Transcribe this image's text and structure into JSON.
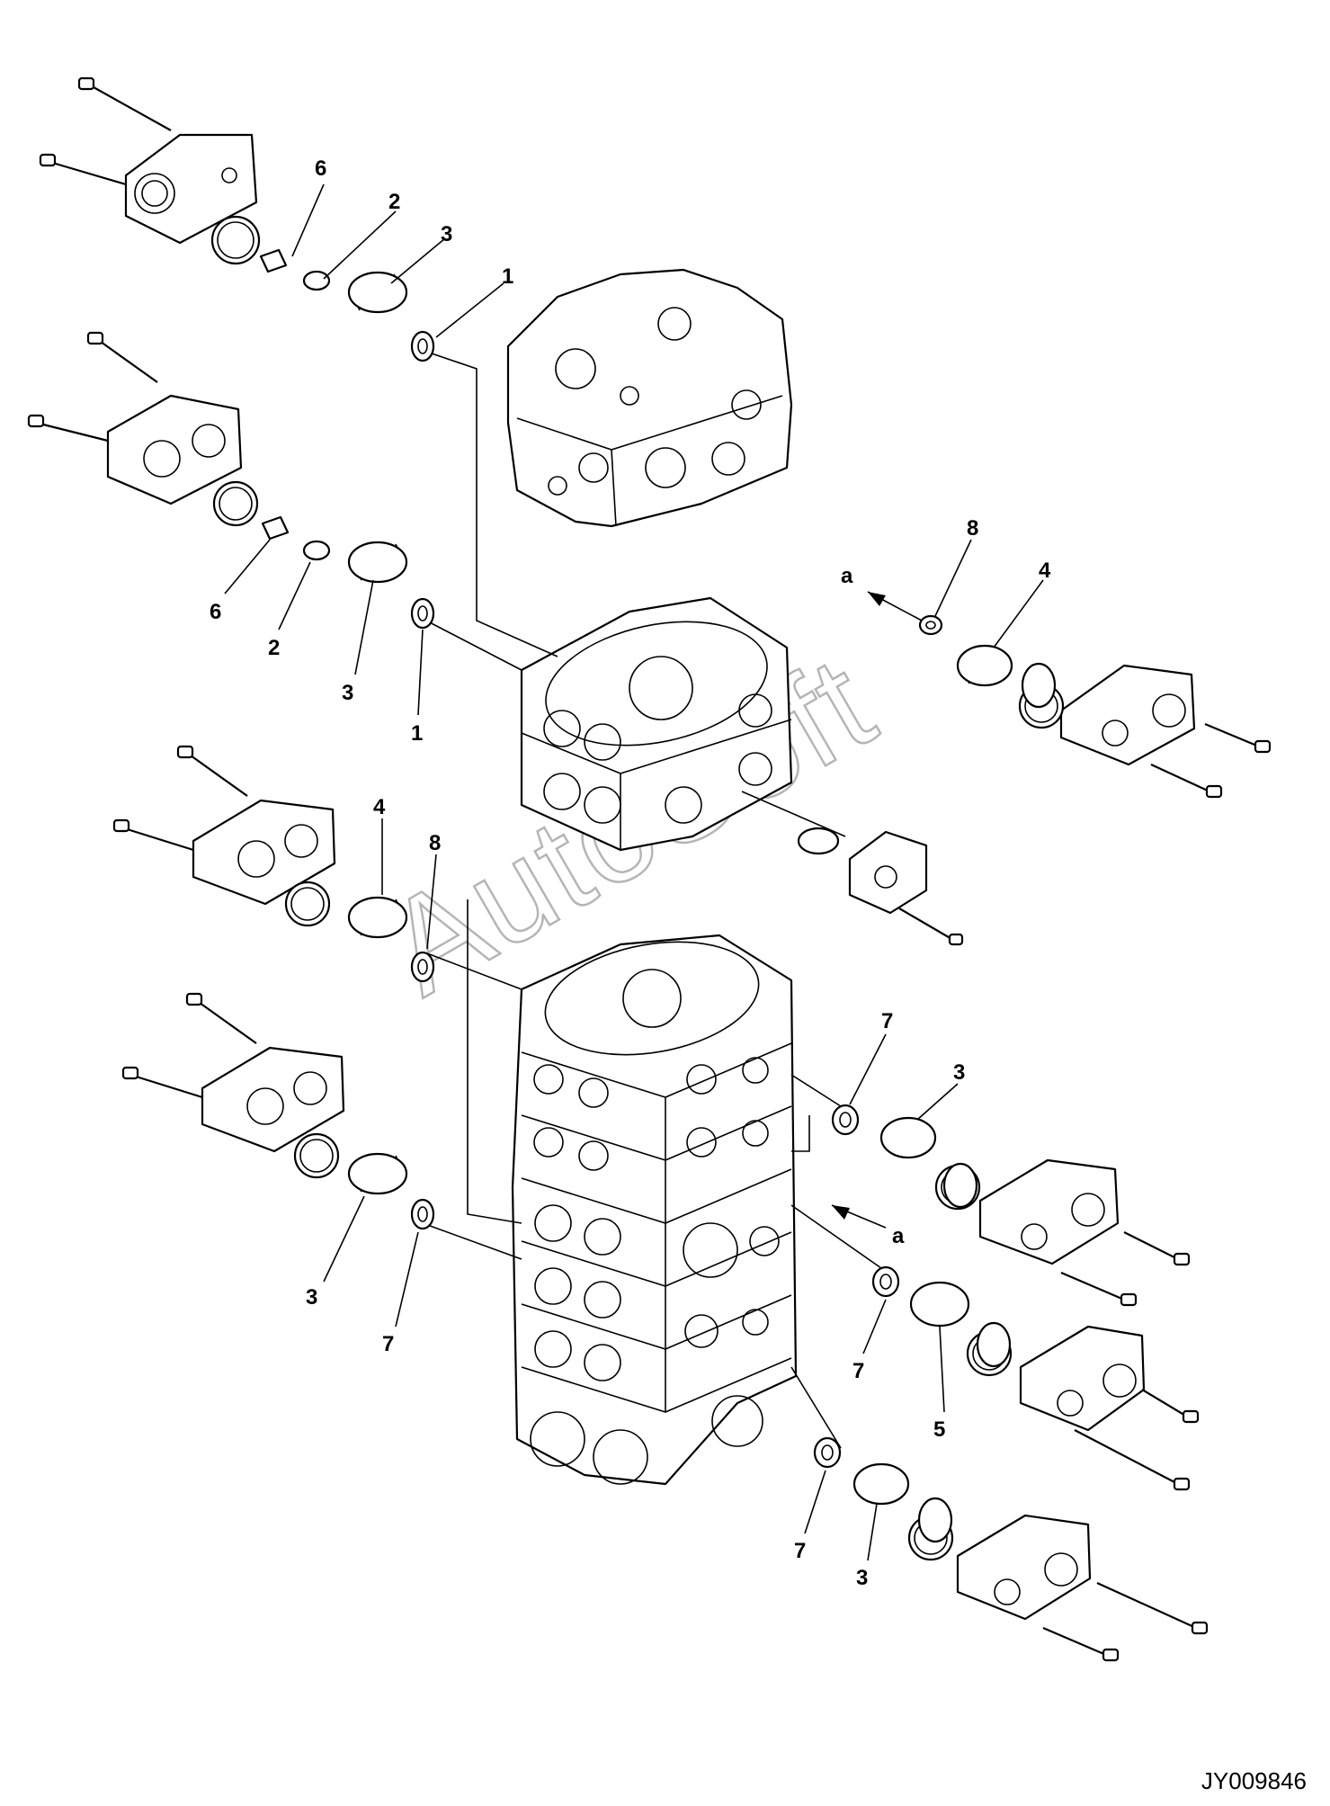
{
  "document_id": "JY009846",
  "watermark": "AutoSoft",
  "callouts": {
    "c_1_top": "1",
    "c_2_top": "2",
    "c_3_top": "3",
    "c_6_top": "6",
    "c_6_mid": "6",
    "c_2_mid": "2",
    "c_3_mid": "3",
    "c_1_mid": "1",
    "c_8_right": "8",
    "c_4_right": "4",
    "c_a_upper": "a",
    "c_4_left": "4",
    "c_8_left": "8",
    "c_7_right_upper": "7",
    "c_3_right_upper": "3",
    "c_a_lower": "a",
    "c_3_left_lower": "3",
    "c_7_left_lower": "7",
    "c_7_right_mid": "7",
    "c_5_right": "5",
    "c_7_right_lower": "7",
    "c_3_right_lower": "3"
  },
  "icons": [
    "valve-body-block",
    "cover-plate",
    "bolt",
    "spring",
    "o-ring",
    "seal-washer",
    "plug",
    "arrow"
  ]
}
